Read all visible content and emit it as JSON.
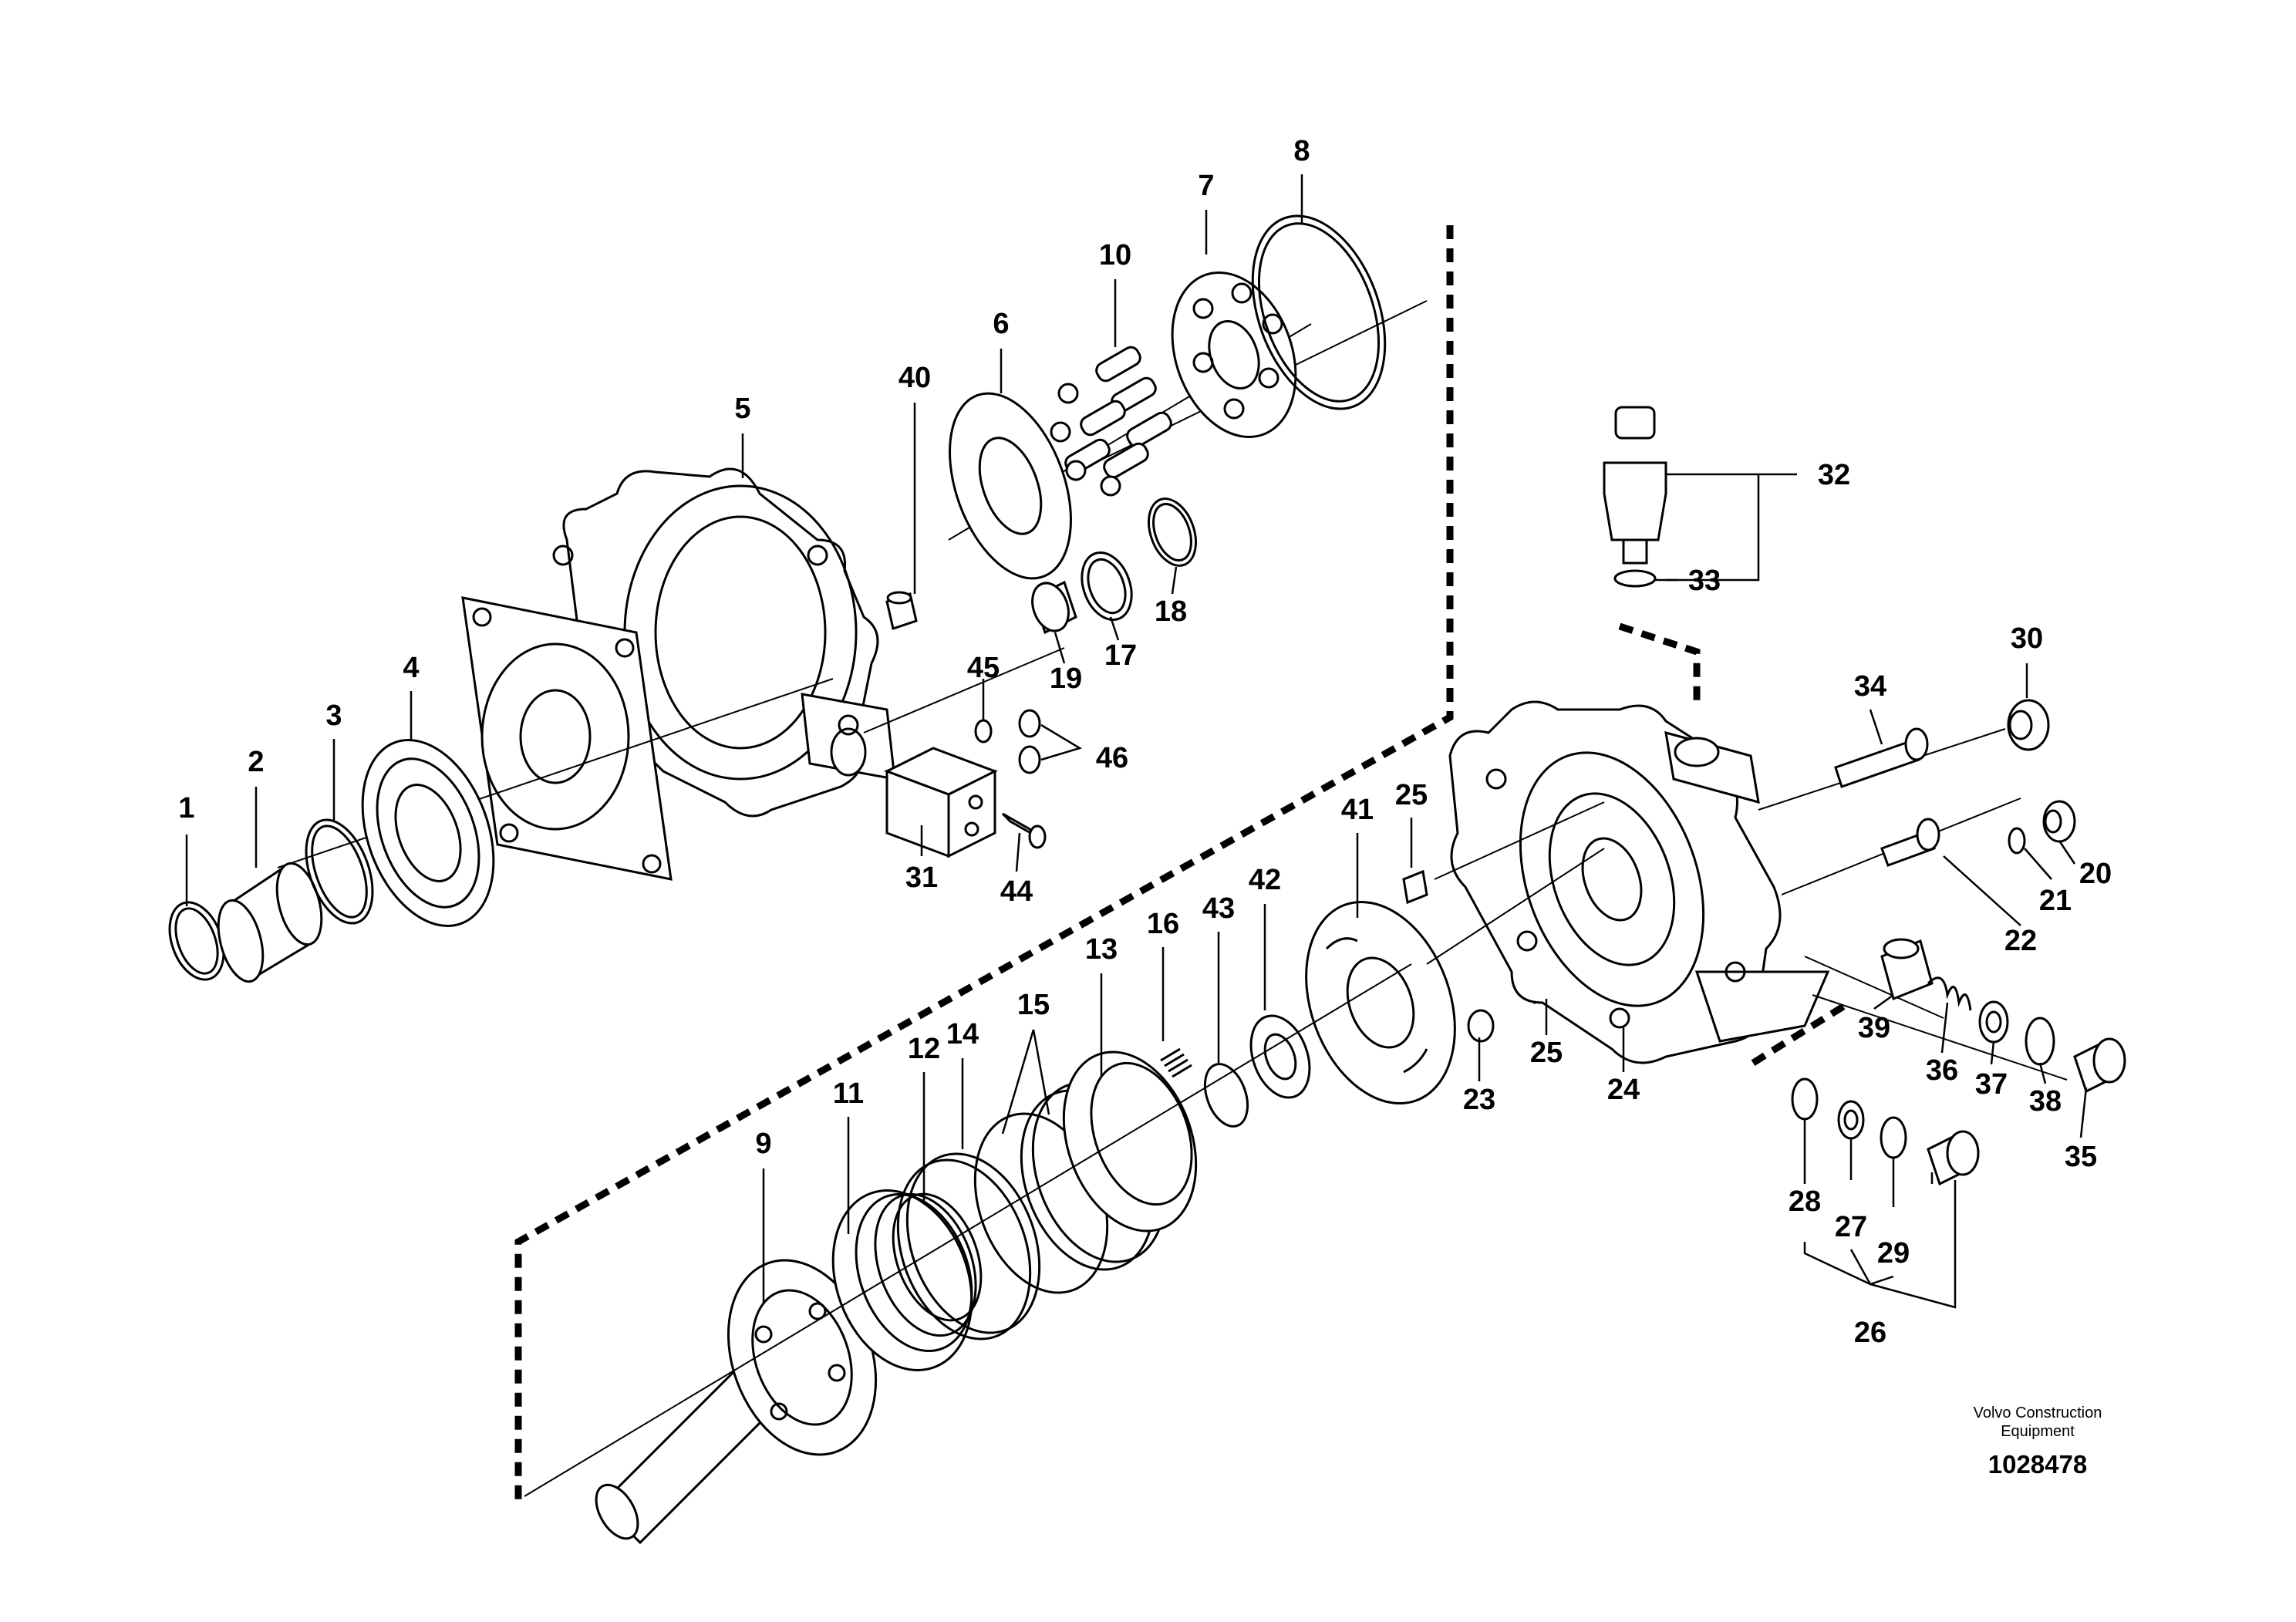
{
  "diagram": {
    "part_numbers": [
      "1",
      "2",
      "3",
      "4",
      "5",
      "6",
      "7",
      "8",
      "9",
      "10",
      "11",
      "12",
      "13",
      "14",
      "15",
      "16",
      "17",
      "18",
      "19",
      "20",
      "21",
      "22",
      "23",
      "24",
      "25",
      "25",
      "26",
      "27",
      "28",
      "29",
      "30",
      "31",
      "32",
      "33",
      "34",
      "35",
      "36",
      "37",
      "38",
      "39",
      "40",
      "41",
      "42",
      "43",
      "44",
      "45",
      "46"
    ]
  },
  "credit": {
    "line1": "Volvo Construction",
    "line2": "Equipment"
  },
  "doc_number": "1028478"
}
